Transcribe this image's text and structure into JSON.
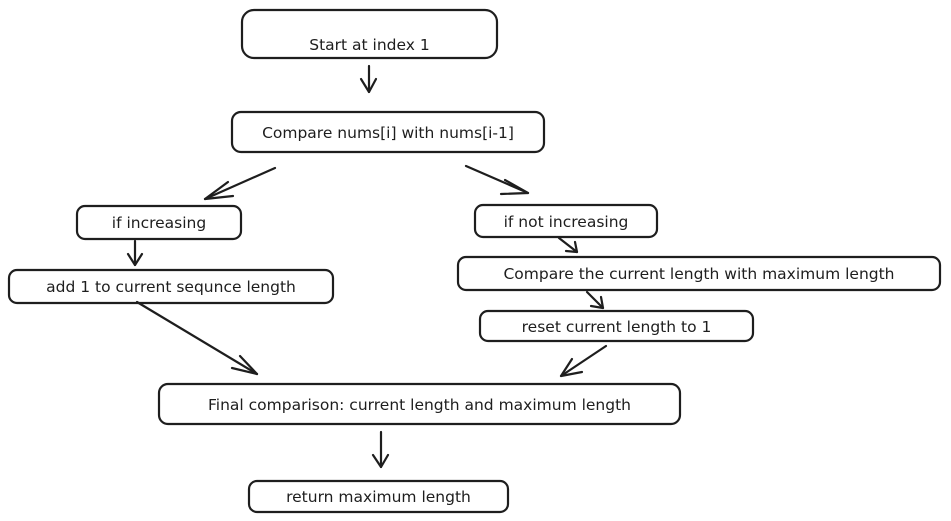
{
  "nodes": {
    "start": "Start at index 1",
    "compare": "Compare nums[i] with nums[i-1]",
    "if_increasing": "if increasing",
    "if_not_increasing": "if not increasing",
    "add_one": "add 1 to current sequnce length",
    "compare_max": "Compare the current length with maximum length",
    "reset": "reset current length to 1",
    "final": "Final comparison: current length and maximum length",
    "return_max": "return maximum length"
  },
  "colors": {
    "stroke": "#1e1e1e",
    "fill": "#ffffff"
  }
}
